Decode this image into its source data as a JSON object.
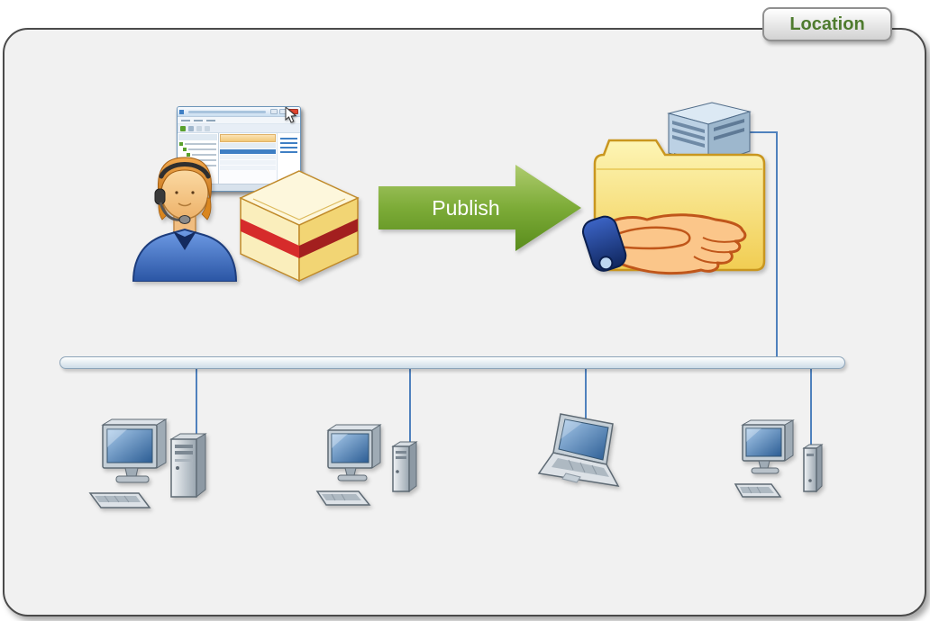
{
  "tab": {
    "label": "Location"
  },
  "arrow": {
    "label": "Publish"
  },
  "colors": {
    "panel_fill": "#f1f1f1",
    "panel_border": "#4a4a4a",
    "tab_text": "#4e7b2e",
    "arrow_text": "#ffffff",
    "connector_blue": "#4f81bd",
    "arrow_green": "#7cab37",
    "folder_yellow": "#f2cf55",
    "cuff_blue": "#10275f",
    "selected_row_blue": "#3f7fc4",
    "close_button_red": "#e0442e"
  },
  "icons": {
    "console": "app-window-icon",
    "cursor": "cursor-icon",
    "publisher": "person-headset-icon",
    "package": "package-box-icon",
    "publish_arrow": "publish-arrow",
    "server": "server-icon",
    "share_folder": "folder-hand-icon",
    "sleeve_cuff": "sleeve-cuff-icon",
    "network_bus": "network-bus",
    "workstation_tower": "desktop-tower-computer-icon",
    "workstation_minitower": "desktop-minitower-computer-icon",
    "laptop": "laptop-icon",
    "workstation_slim": "desktop-slim-computer-icon"
  }
}
